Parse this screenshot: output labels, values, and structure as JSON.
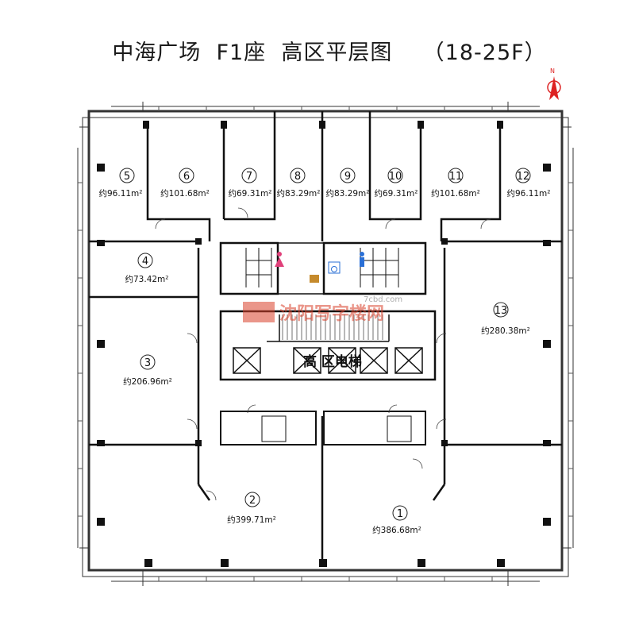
{
  "title": "中海广场  F1座  高区平层图    （18-25F）",
  "north_label": "N",
  "core": {
    "lift_label": "高 区电梯"
  },
  "watermark": {
    "main": "沈阳写字楼网",
    "url": "7cbd.com"
  },
  "units": [
    {
      "no": "1",
      "area": "约386.68m²"
    },
    {
      "no": "2",
      "area": "约399.71m²"
    },
    {
      "no": "3",
      "area": "约206.96m²"
    },
    {
      "no": "4",
      "area": "约73.42m²"
    },
    {
      "no": "5",
      "area": "约96.11m²"
    },
    {
      "no": "6",
      "area": "约101.68m²"
    },
    {
      "no": "7",
      "area": "约69.31m²"
    },
    {
      "no": "8",
      "area": "约83.29m²"
    },
    {
      "no": "9",
      "area": "约83.29m²"
    },
    {
      "no": "10",
      "area": "约69.31m²"
    },
    {
      "no": "11",
      "area": "约101.68m²"
    },
    {
      "no": "12",
      "area": "约96.11m²"
    },
    {
      "no": "13",
      "area": "约280.38m²"
    }
  ]
}
